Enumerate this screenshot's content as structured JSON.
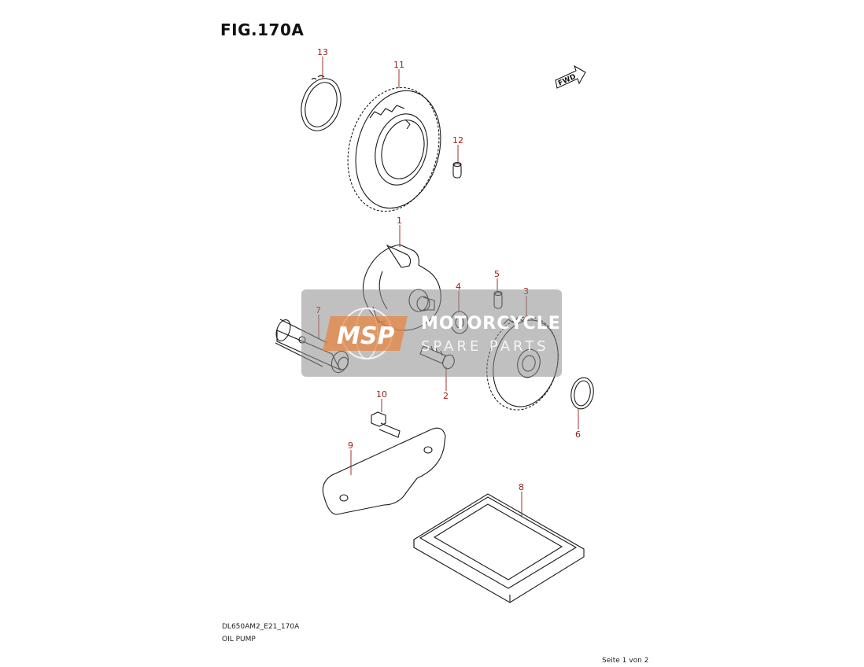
{
  "figure": {
    "title": "FIG.170A"
  },
  "footer": {
    "model_code": "DL650AM2_E21_170A",
    "part_group": "OIL PUMP",
    "page": "Seite 1 von 2"
  },
  "direction_label": "FWD",
  "watermark": {
    "logo": "MSP",
    "line1": "MOTORCYCLE",
    "line2": "SPARE PARTS"
  },
  "callouts": [
    {
      "id": "c1",
      "number": "1"
    },
    {
      "id": "c2",
      "number": "2"
    },
    {
      "id": "c3",
      "number": "3"
    },
    {
      "id": "c4",
      "number": "4"
    },
    {
      "id": "c5",
      "number": "5"
    },
    {
      "id": "c6",
      "number": "6"
    },
    {
      "id": "c7",
      "number": "7"
    },
    {
      "id": "c8",
      "number": "8"
    },
    {
      "id": "c9",
      "number": "9"
    },
    {
      "id": "c10",
      "number": "10"
    },
    {
      "id": "c11",
      "number": "11"
    },
    {
      "id": "c12",
      "number": "12"
    },
    {
      "id": "c13",
      "number": "13"
    }
  ],
  "colors": {
    "callout": "#9a1b12",
    "line": "#1a1a1a",
    "watermark_bg": "#8c8c8c",
    "watermark_accent": "#e8813a"
  }
}
